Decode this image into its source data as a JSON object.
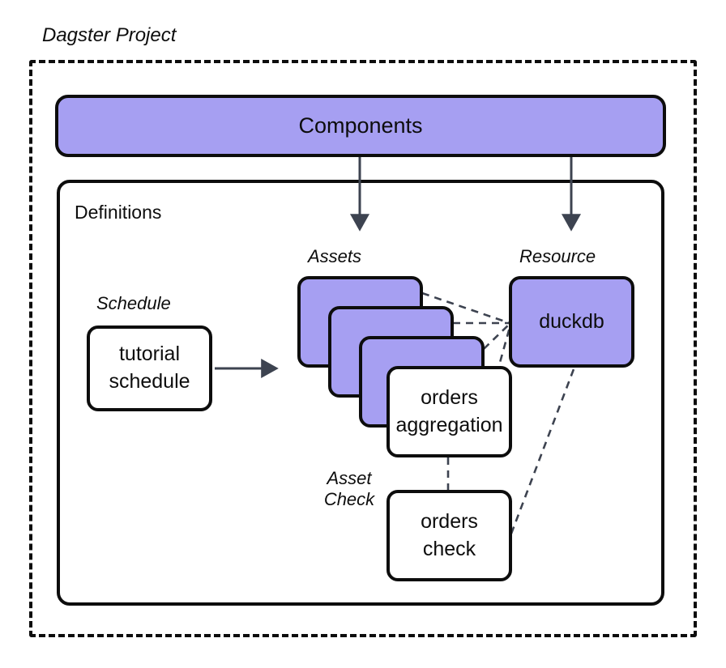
{
  "diagram": {
    "title": "Dagster Project",
    "type": "architecture-diagram",
    "accent_color": "#a69ff2",
    "stroke_color": "#0d0d0d",
    "edge_color": "#3d4350",
    "background": "#ffffff"
  },
  "project_box": {
    "label": "Dagster Project",
    "border_style": "dashed"
  },
  "components": {
    "label": "Components",
    "fill": "#a69ff2"
  },
  "definitions": {
    "label": "Definitions",
    "border_style": "solid"
  },
  "groups": {
    "schedule_label": "Schedule",
    "assets_label": "Assets",
    "resource_label": "Resource",
    "asset_check_label": "Asset\nCheck"
  },
  "nodes": {
    "schedule": {
      "label": "tutorial\nschedule",
      "fill": "#ffffff"
    },
    "asset_stack": [
      {
        "label": "",
        "fill": "#a69ff2"
      },
      {
        "label": "",
        "fill": "#a69ff2"
      },
      {
        "label": "",
        "fill": "#a69ff2"
      }
    ],
    "orders_aggregation": {
      "label": "orders\naggregation",
      "fill": "#ffffff"
    },
    "duckdb": {
      "label": "duckdb",
      "fill": "#a69ff2"
    },
    "orders_check": {
      "label": "orders\ncheck",
      "fill": "#ffffff"
    }
  },
  "edges": [
    {
      "from": "components",
      "to": "assets",
      "style": "solid",
      "arrow": true
    },
    {
      "from": "components",
      "to": "resource",
      "style": "solid",
      "arrow": true
    },
    {
      "from": "schedule",
      "to": "assets",
      "style": "solid",
      "arrow": true
    },
    {
      "from": "asset-1",
      "to": "duckdb",
      "style": "dashed",
      "arrow": false
    },
    {
      "from": "asset-2",
      "to": "duckdb",
      "style": "dashed",
      "arrow": false
    },
    {
      "from": "asset-3",
      "to": "duckdb",
      "style": "dashed",
      "arrow": false
    },
    {
      "from": "orders-aggregation",
      "to": "duckdb",
      "style": "dashed",
      "arrow": false
    },
    {
      "from": "orders-aggregation",
      "to": "orders-check",
      "style": "dashed",
      "arrow": false
    },
    {
      "from": "orders-check",
      "to": "duckdb",
      "style": "dashed",
      "arrow": false
    }
  ]
}
